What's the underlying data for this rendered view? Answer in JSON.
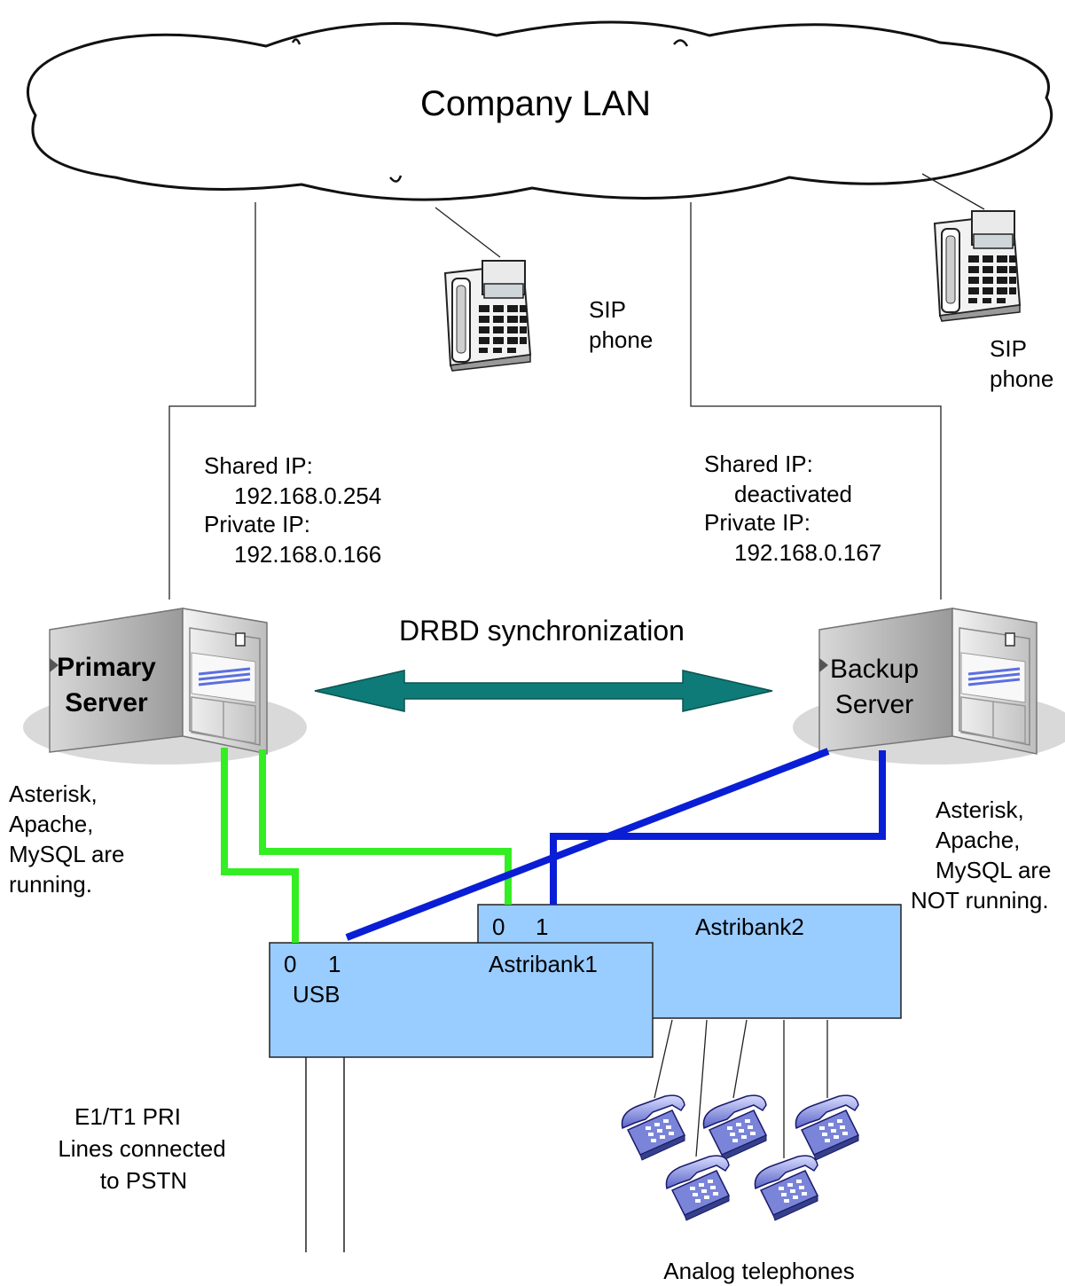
{
  "cloud": {
    "label": "Company LAN"
  },
  "sip_phones": [
    {
      "label_line1": "SIP",
      "label_line2": "phone"
    },
    {
      "label_line1": "SIP",
      "label_line2": "phone"
    }
  ],
  "primary": {
    "server_line1": "Primary",
    "server_line2": "Server",
    "ip_lines": [
      "Shared IP:",
      "192.168.0.254",
      "Private IP:",
      "192.168.0.166"
    ],
    "status_lines": [
      "Asterisk,",
      "Apache,",
      "MySQL are",
      "running."
    ]
  },
  "backup": {
    "server_line1": "Backup",
    "server_line2": "Server",
    "ip_lines": [
      "Shared IP:",
      "deactivated",
      "Private IP:",
      "192.168.0.167"
    ],
    "status_lines": [
      "Asterisk,",
      "Apache,",
      "MySQL are",
      "NOT running."
    ]
  },
  "sync": {
    "label": "DRBD synchronization"
  },
  "astribank1": {
    "title": "Astribank1",
    "port0": "0",
    "port1": "1",
    "usb": "USB"
  },
  "astribank2": {
    "title": "Astribank2",
    "port0": "0",
    "port1": "1"
  },
  "pstn": {
    "lines": [
      "E1/T1 PRI",
      "Lines connected",
      "to PSTN"
    ]
  },
  "analog": {
    "label": "Analog telephones"
  },
  "colors": {
    "green_cable": "#33ee22",
    "blue_cable": "#0a1ed6",
    "box_fill": "#99ccff",
    "arrow_fill": "#0e7b78"
  }
}
